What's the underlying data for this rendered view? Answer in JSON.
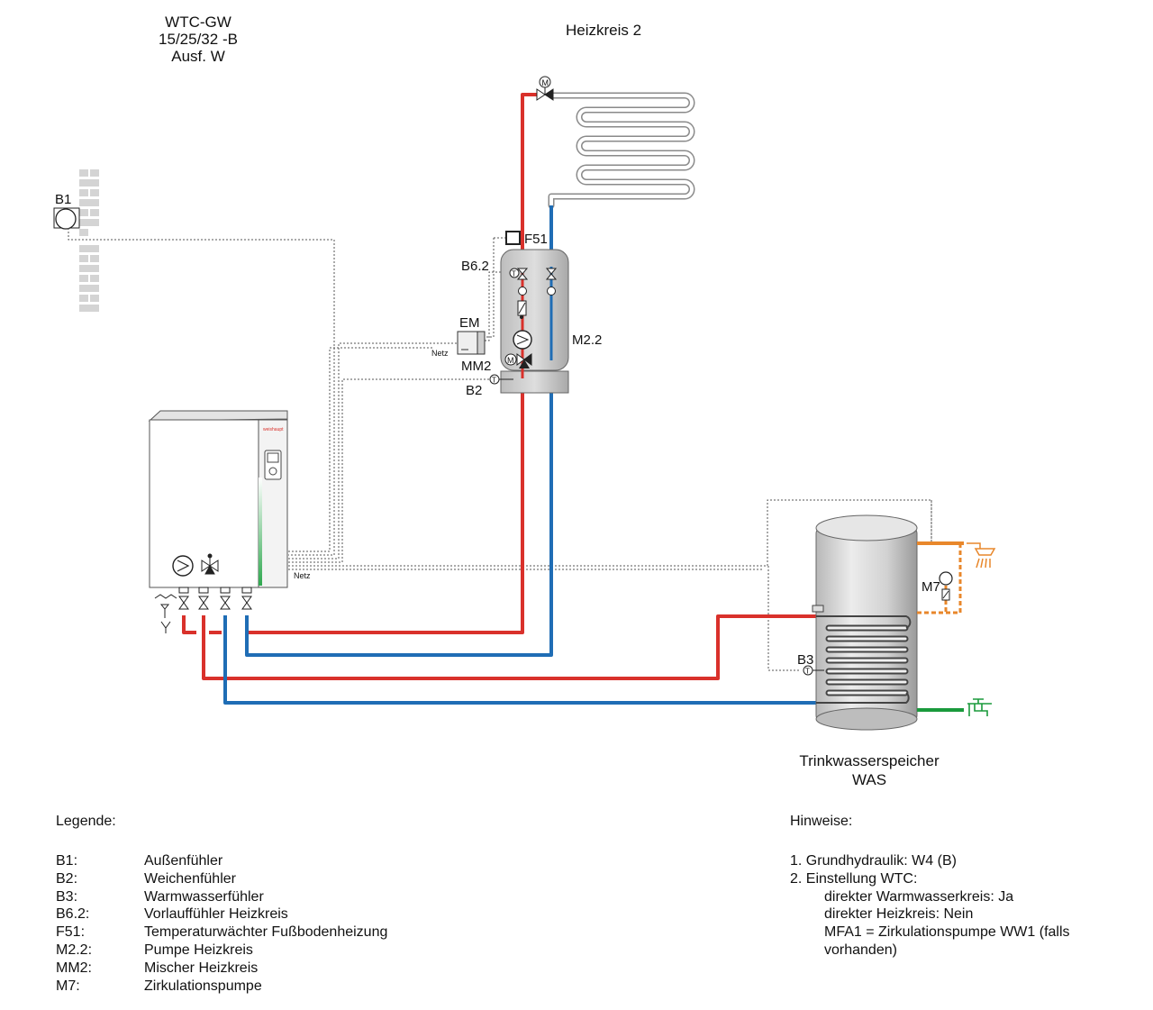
{
  "header": {
    "device_line1": "WTC-GW",
    "device_line2": "15/25/32 -B",
    "device_line3": "Ausf. W",
    "circuit_title": "Heizkreis 2"
  },
  "labels": {
    "b1": "B1",
    "f51": "F51",
    "b62": "B6.2",
    "em": "EM",
    "netz_em": "Netz",
    "mm2": "MM2",
    "m22": "M2.2",
    "b2": "B2",
    "netz_boiler": "Netz",
    "m7": "M7",
    "b3": "B3",
    "brand": "weishaupt"
  },
  "storage": {
    "line1": "Trinkwasserspeicher",
    "line2": "WAS"
  },
  "legend": {
    "title": "Legende:",
    "items": [
      {
        "code": "B1:",
        "text": "Außenfühler"
      },
      {
        "code": "B2:",
        "text": "Weichenfühler"
      },
      {
        "code": "B3:",
        "text": "Warmwasserfühler"
      },
      {
        "code": "B6.2:",
        "text": "Vorlauffühler Heizkreis"
      },
      {
        "code": "F51:",
        "text": "Temperaturwächter Fußbodenheizung"
      },
      {
        "code": "M2.2:",
        "text": "Pumpe Heizkreis"
      },
      {
        "code": "MM2:",
        "text": "Mischer Heizkreis"
      },
      {
        "code": "M7:",
        "text": "Zirkulationspumpe"
      }
    ]
  },
  "notes": {
    "title": "Hinweise:",
    "line1": "1. Grundhydraulik: W4 (B)",
    "line2": "2. Einstellung WTC:",
    "line3": "direkter Warmwasserkreis: Ja",
    "line4": "direkter Heizkreis: Nein",
    "line5": "MFA1 = Zirkulationspumpe WW1 (falls",
    "line6": "vorhanden)"
  },
  "colors": {
    "supply": "#d9312b",
    "return": "#1f6db5",
    "hot_water": "#e8872b",
    "cold_water": "#1a9a3c",
    "gray_pipe": "#8a8a8a"
  },
  "icons": [
    "pump-icon",
    "mixer-valve-icon",
    "motor-icon",
    "temperature-sensor-icon",
    "shower-icon",
    "tap-icon"
  ]
}
